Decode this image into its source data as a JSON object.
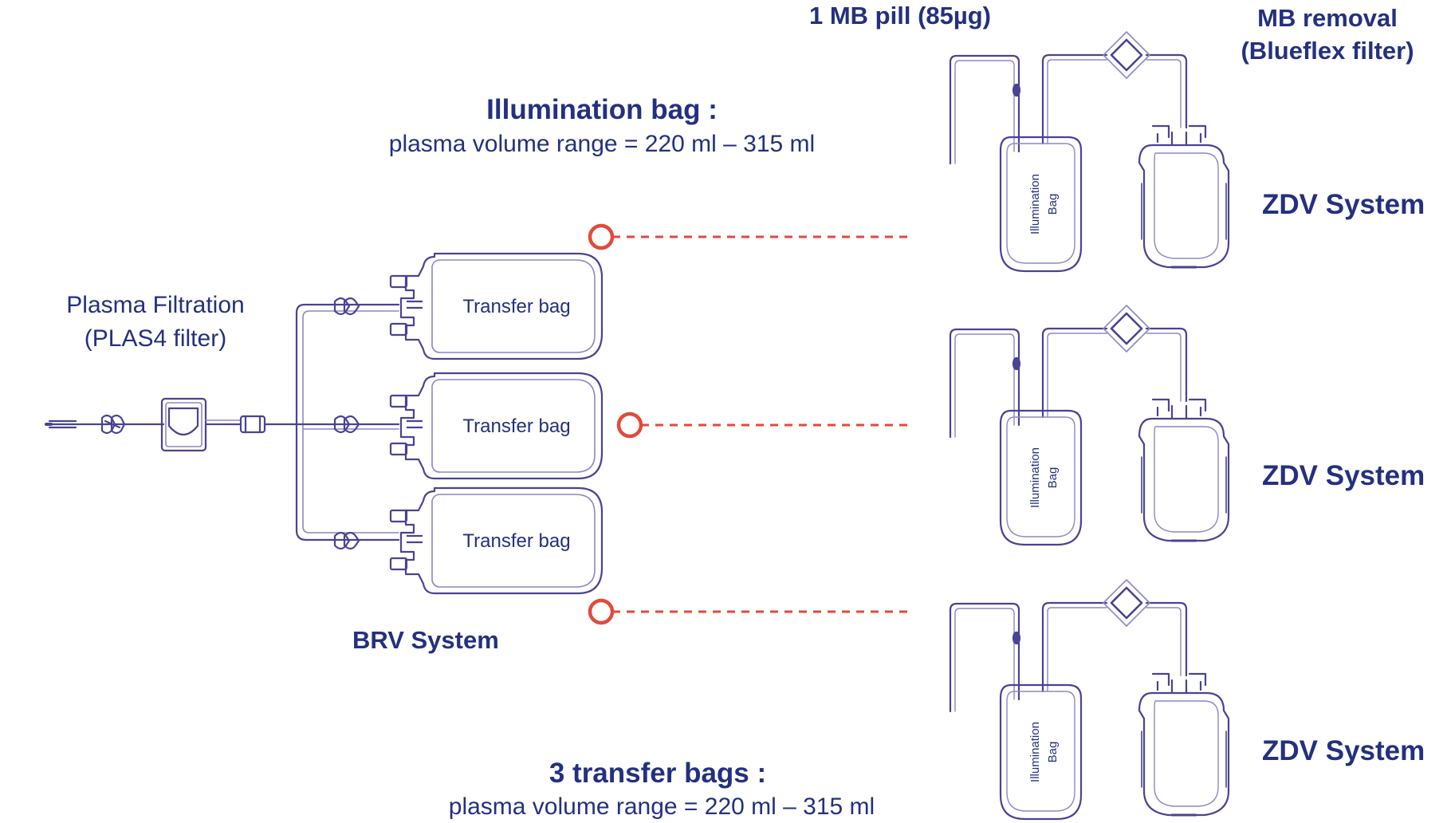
{
  "colors": {
    "navy": "#24307f",
    "outline": "#4a4393",
    "outline_light": "#8f87c0",
    "accent": "#e24a3b"
  },
  "labels": {
    "mb_pill": "1 MB pill (85µg)",
    "mb_removal": [
      "MB removal",
      "(Blueflex filter)"
    ],
    "illumination_title": "Illumination bag :",
    "illumination_range": "plasma volume range = 220 ml – 315 ml",
    "plasma_filtration": [
      "Plasma Filtration",
      "(PLAS4 filter)"
    ],
    "brv_system": "BRV System",
    "transfer_title": "3 transfer bags :",
    "transfer_range": "plasma volume range = 220 ml – 315 ml"
  },
  "transfer_bags": [
    {
      "label": "Transfer bag"
    },
    {
      "label": "Transfer bag"
    },
    {
      "label": "Transfer bag"
    }
  ],
  "zdv_systems": [
    {
      "system_label": "ZDV System",
      "bag_label": [
        "Illumination",
        "Bag"
      ]
    },
    {
      "system_label": "ZDV System",
      "bag_label": [
        "Illumination",
        "Bag"
      ]
    },
    {
      "system_label": "ZDV System",
      "bag_label": [
        "Illumination",
        "Bag"
      ]
    }
  ],
  "connectors": [
    {
      "from": "Transfer bag 1",
      "to": "ZDV System 1"
    },
    {
      "from": "Transfer bag 2",
      "to": "ZDV System 2"
    },
    {
      "from": "Transfer bag 3",
      "to": "ZDV System 3"
    }
  ]
}
